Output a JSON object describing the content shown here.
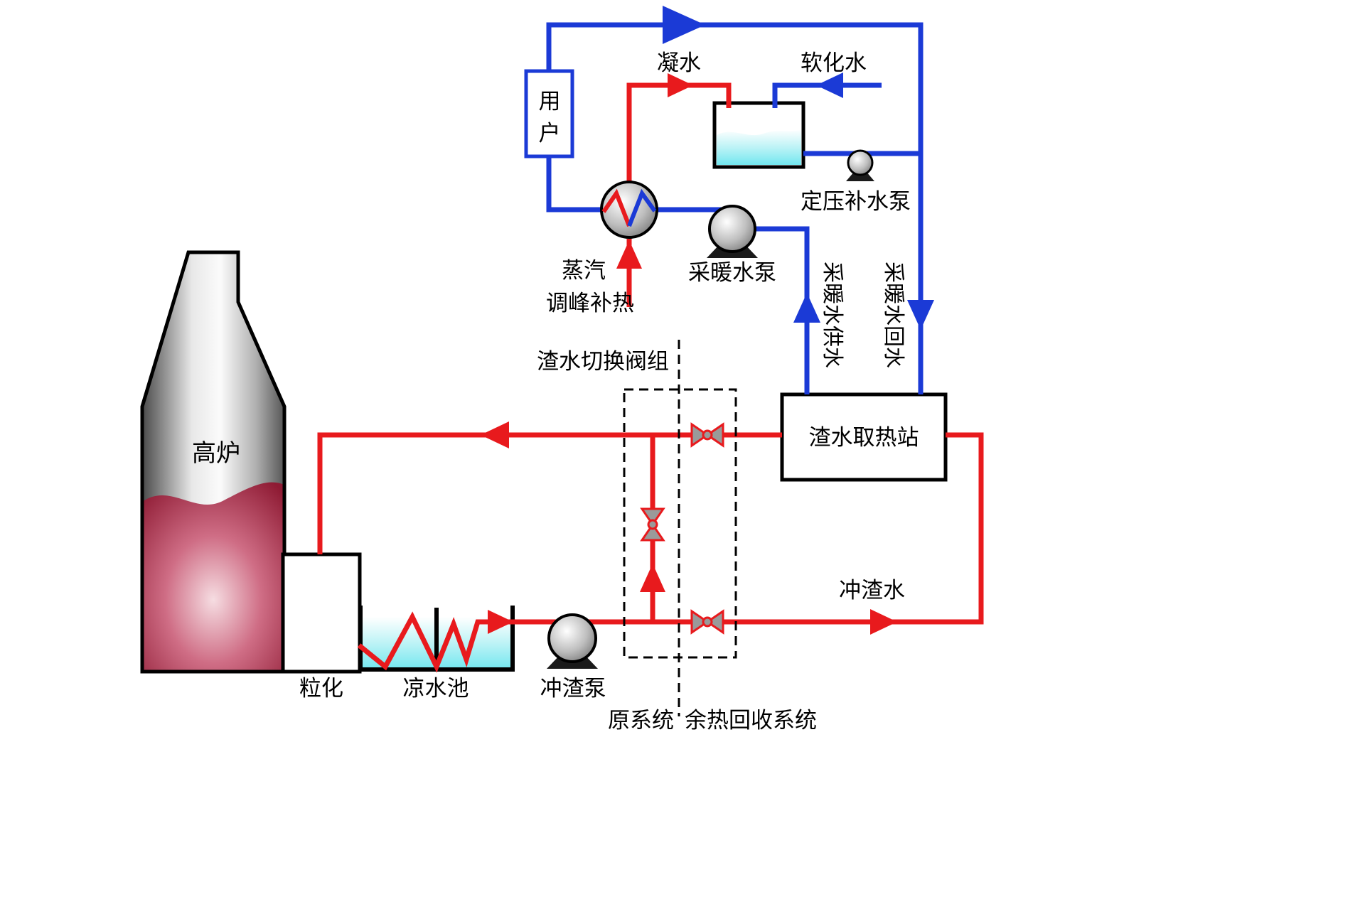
{
  "diagram": {
    "type": "process-flow",
    "labels": {
      "furnace": "高炉",
      "granulation": "粒化",
      "cooling_pool": "凉水池",
      "slag_pump": "冲渣泵",
      "valve_group": "渣水切换阀组",
      "original_system": "原系统",
      "recovery_system": "余热回收系统",
      "slag_water": "冲渣水",
      "heat_station": "渣水取热站",
      "user": "用户",
      "condensate": "凝水",
      "softened_water": "软化水",
      "makeup_pump": "定压补水泵",
      "heating_pump": "采暖水泵",
      "steam": "蒸汽",
      "peak_heating": "调峰补热",
      "supply": "采暖水供水",
      "return": "采暖水回水"
    },
    "colors": {
      "hot_line": "#e81a1d",
      "cold_line": "#1b3ad6",
      "water": "#72e7ef",
      "molten_slag": "#8e1a33",
      "steel_gray": "#8c8c8c",
      "outline": "#000000"
    }
  }
}
